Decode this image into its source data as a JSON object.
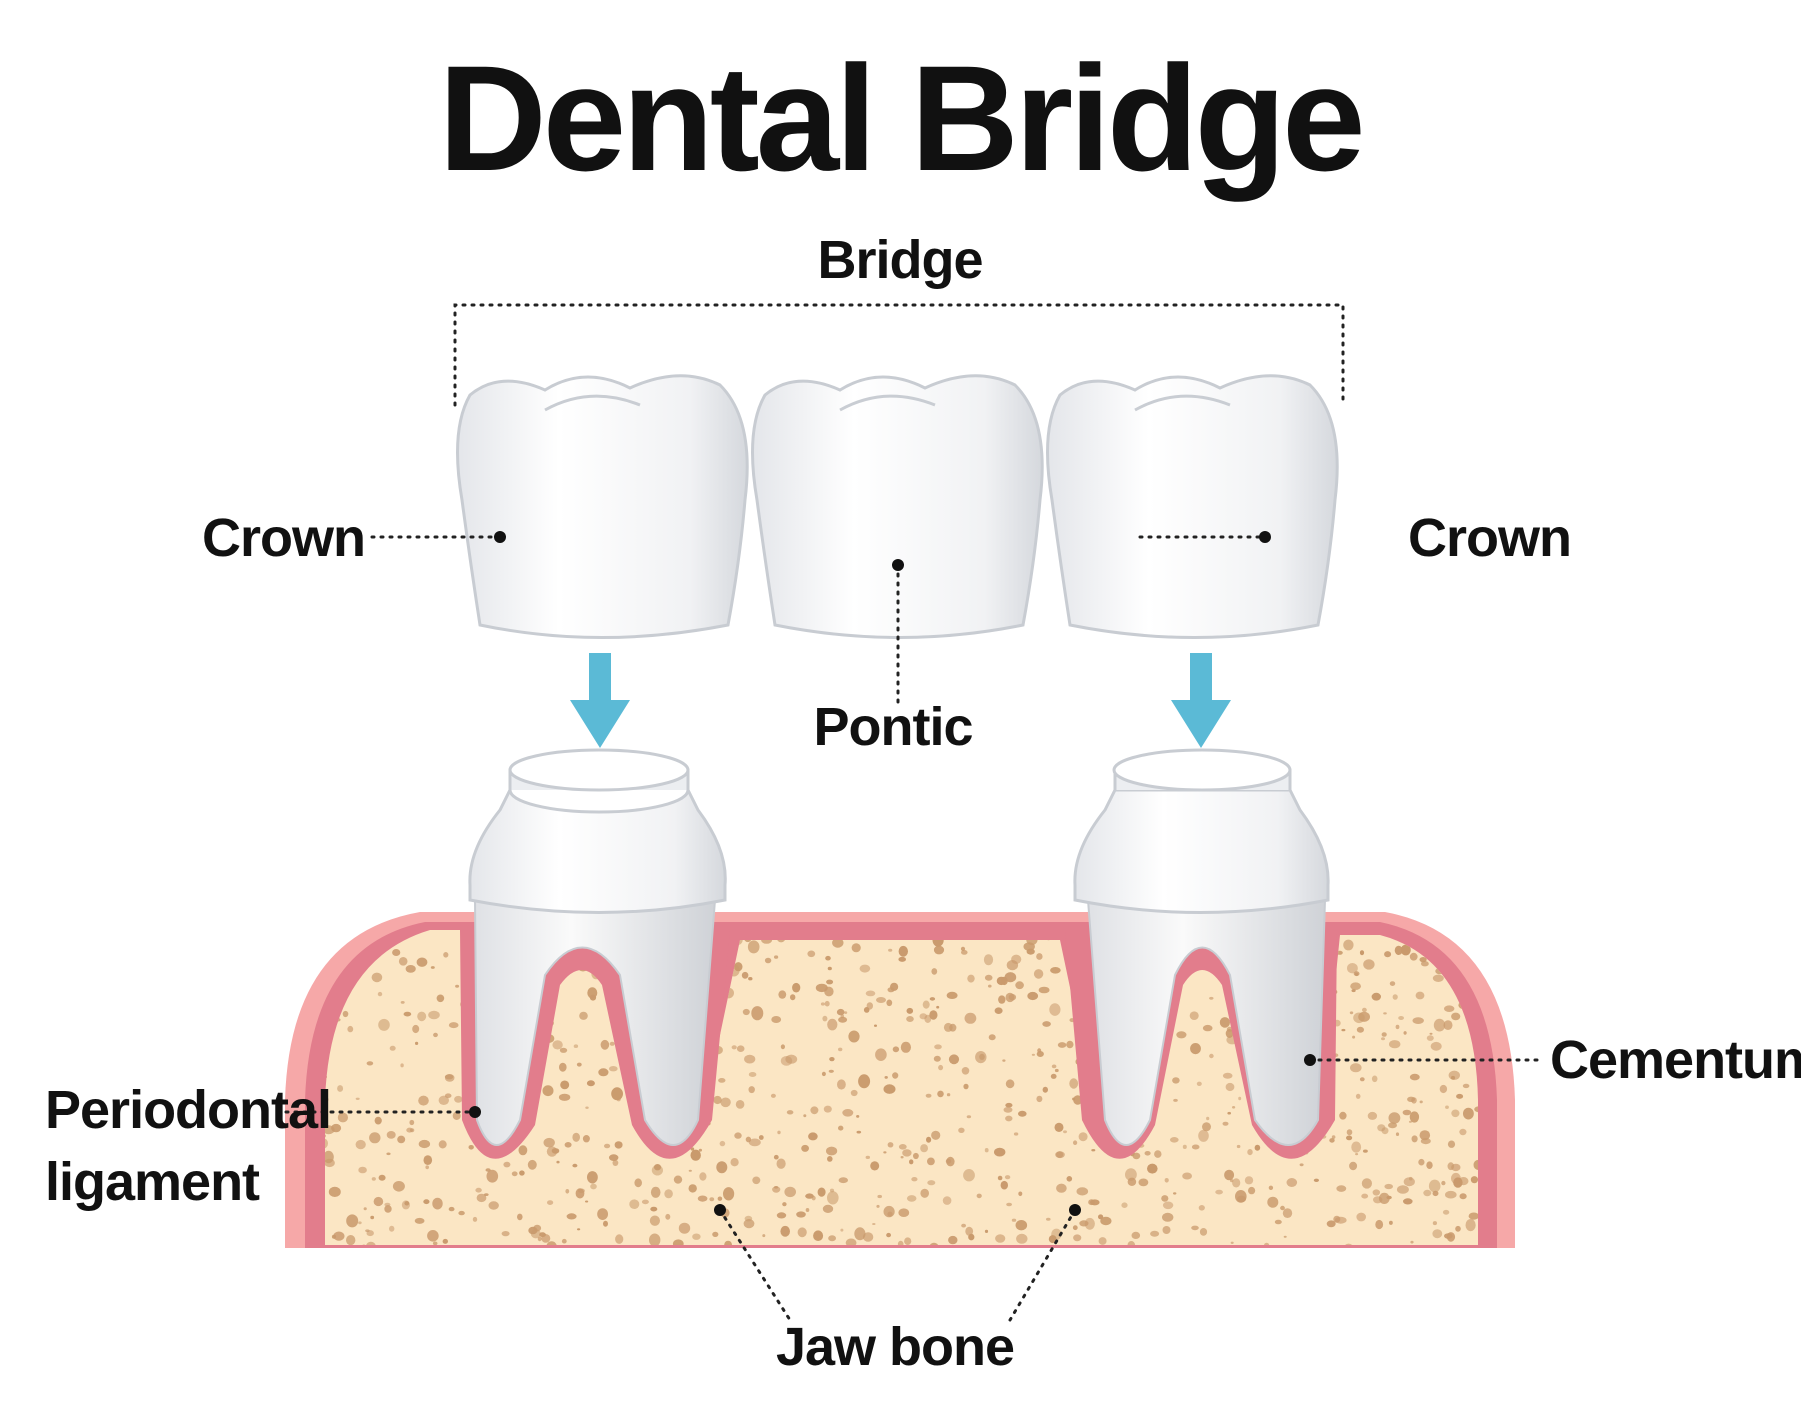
{
  "title": "Dental Bridge",
  "labels": {
    "bridge": "Bridge",
    "crown_left": "Crown",
    "crown_right": "Crown",
    "pontic": "Pontic",
    "cementum": "Cementum",
    "periodontal_line1": "Periodontal",
    "periodontal_line2": "ligament",
    "jaw_bone": "Jaw bone"
  },
  "colors": {
    "tooth": "#f3f4f6",
    "tooth_shade": "#d9dbe0",
    "gum_outer": "#f6a8a8",
    "gum_inner": "#e27d8c",
    "bone": "#fbe6c4",
    "bone_spots": "#c99a6c",
    "arrow": "#5bbad6"
  }
}
